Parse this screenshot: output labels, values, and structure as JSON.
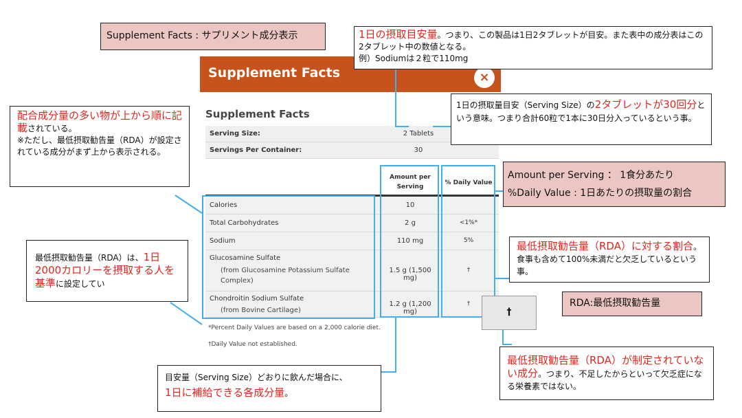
{
  "panel": {
    "header_title": "Supplement Facts",
    "close_icon": "×",
    "heading": "Supplement Facts",
    "serving_size_label": "Serving Size:",
    "serving_size_value": "2 Tablets",
    "servings_label": "Servings Per Container:",
    "servings_value": "30",
    "col_amount": "Amount per\nServing",
    "col_dv": "% Daily Value",
    "rows": [
      {
        "name": "Calories",
        "sub": "",
        "amount": "10",
        "dv": ""
      },
      {
        "name": "Total Carbohydrates",
        "sub": "",
        "amount": "2 g",
        "dv": "<1%*"
      },
      {
        "name": "Sodium",
        "sub": "",
        "amount": "110 mg",
        "dv": "5%"
      },
      {
        "name": "Glucosamine Sulfate",
        "sub": "(from Glucosamine Potassium Sulfate\nComplex)",
        "amount": "1.5 g (1,500 mg)",
        "dv": "†"
      },
      {
        "name": "Chondroitin Sodium Sulfate",
        "sub": "(from Bovine Cartilage)",
        "amount": "1.2 g (1,200 mg)",
        "dv": "†"
      }
    ],
    "foot1": "*Percent Daily Values are based on a 2,000 calorie diet.",
    "foot2": "†Daily Value not established."
  },
  "annotations": {
    "title_box": "Supplement Facts : サプリメント成分表示",
    "serving_red": "1日の摂取目安量",
    "serving_text": "。つまり、この製品は1日2タブレットが目安。また表中の成分表はこの2タブレット中の数値となる。",
    "serving_example": "例）Sodiumは２粒で110mg",
    "servings_pre": "1日の摂取量目安（Serving Size）の",
    "servings_red": "2タブレットが30回分",
    "servings_post": "という意味。つまり合計60粒で1本に30日分入っているという事。",
    "order_red": "配合成分量の多い物が上から順に記載",
    "order_post": "されている。",
    "order_note": "※ただし、最低摂取勧告量（RDA）が設定されている成分がまず上から表示される。",
    "aps_line1": "Amount per Serving ： 1食分あたり",
    "aps_line2": "%Daily Value : 1日あたりの摂取量の割合",
    "rda_pct_red": "最低摂取勧告量（RDA）に対する割合",
    "rda_pct_post": "。食事も含めて100%未満だと欠乏しているという事。",
    "rda_basis_pre": "最低摂取勧告量（RDA）は、",
    "rda_basis_red": "1日2000カロリーを摂取する人を基準",
    "rda_basis_post": "に設定してい",
    "rda_def": "RDA:最低摂取勧告量",
    "dagger": "†",
    "dagger_red": "最低摂取勧告量（RDA）が制定されていない成分",
    "dagger_post": "。つまり、不足したからといって欠乏症になる栄養素ではない。",
    "amount_pre": "目安量（Serving Size）どおりに飲んだ場合に、",
    "amount_red": "1日に補給できる各成分量",
    "amount_post": "。"
  }
}
